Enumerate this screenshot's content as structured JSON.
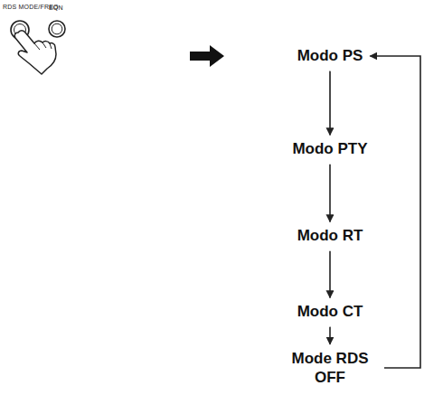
{
  "diagram": {
    "nodes": [
      {
        "text": [
          "Modo PS"
        ]
      },
      {
        "text": [
          "Modo PTY"
        ]
      },
      {
        "text": [
          "Modo RT"
        ]
      },
      {
        "text": [
          "Modo CT"
        ]
      },
      {
        "text": [
          "Mode RDS OFF"
        ]
      }
    ],
    "edges": [
      {
        "from": 0,
        "to": 1,
        "arrow": "to"
      },
      {
        "from": 1,
        "to": 2,
        "arrow": "to"
      },
      {
        "from": 2,
        "to": 3,
        "arrow": "to"
      },
      {
        "from": 3,
        "to": 4,
        "arrow": "to"
      },
      {
        "from": 4,
        "to": 0,
        "arrow": "to"
      }
    ],
    "labels": [
      "RDS MODE/FREQ",
      "EON"
    ]
  }
}
